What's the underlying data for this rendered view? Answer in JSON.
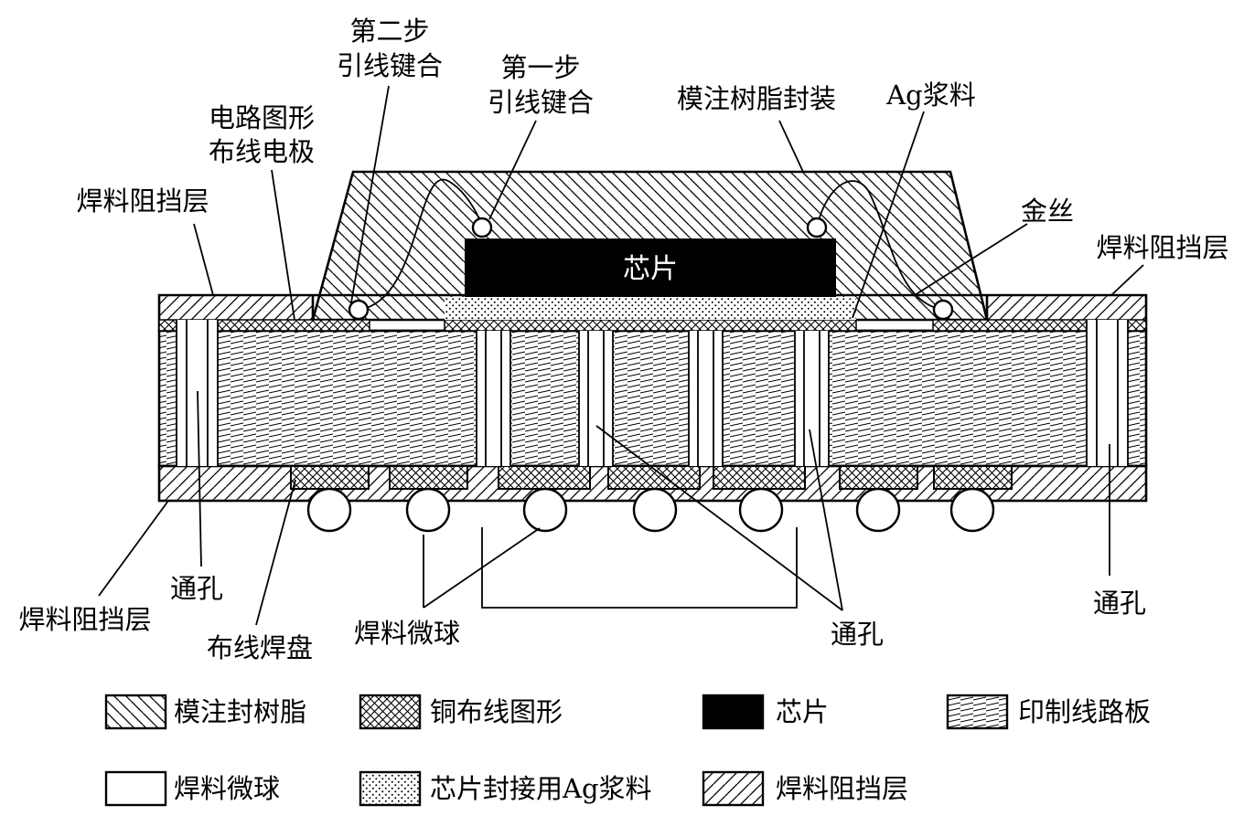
{
  "labels": {
    "step2_line1": "第二步",
    "step2_line2": "引线键合",
    "step1_line1": "第一步",
    "step1_line2": "引线键合",
    "mold_seal": "模注树脂封装",
    "ag_paste": "Ag浆料",
    "circuit_line1": "电路图形",
    "circuit_line2": "布线电极",
    "solder_resist_top_left": "焊料阻挡层",
    "gold_wire": "金丝",
    "solder_resist_top_right": "焊料阻挡层",
    "chip": "芯片",
    "via_left": "通孔",
    "solder_resist_bottom_left": "焊料阻挡层",
    "wiring_pad": "布线焊盘",
    "solder_ball": "焊料微球",
    "via_center": "通孔",
    "via_right": "通孔"
  },
  "legend": [
    {
      "text": "模注封树脂",
      "pattern": "mold-resin"
    },
    {
      "text": "铜布线图形",
      "pattern": "copper-wiring"
    },
    {
      "text": "芯片",
      "pattern": "chip"
    },
    {
      "text": "印制线路板",
      "pattern": "pcb"
    },
    {
      "text": "焊料微球",
      "pattern": "solder-ball"
    },
    {
      "text": "芯片封接用Ag浆料",
      "pattern": "ag-paste"
    },
    {
      "text": "焊料阻挡层",
      "pattern": "solder-resist"
    }
  ],
  "colors": {
    "ink": "#000000",
    "paper": "#ffffff"
  }
}
